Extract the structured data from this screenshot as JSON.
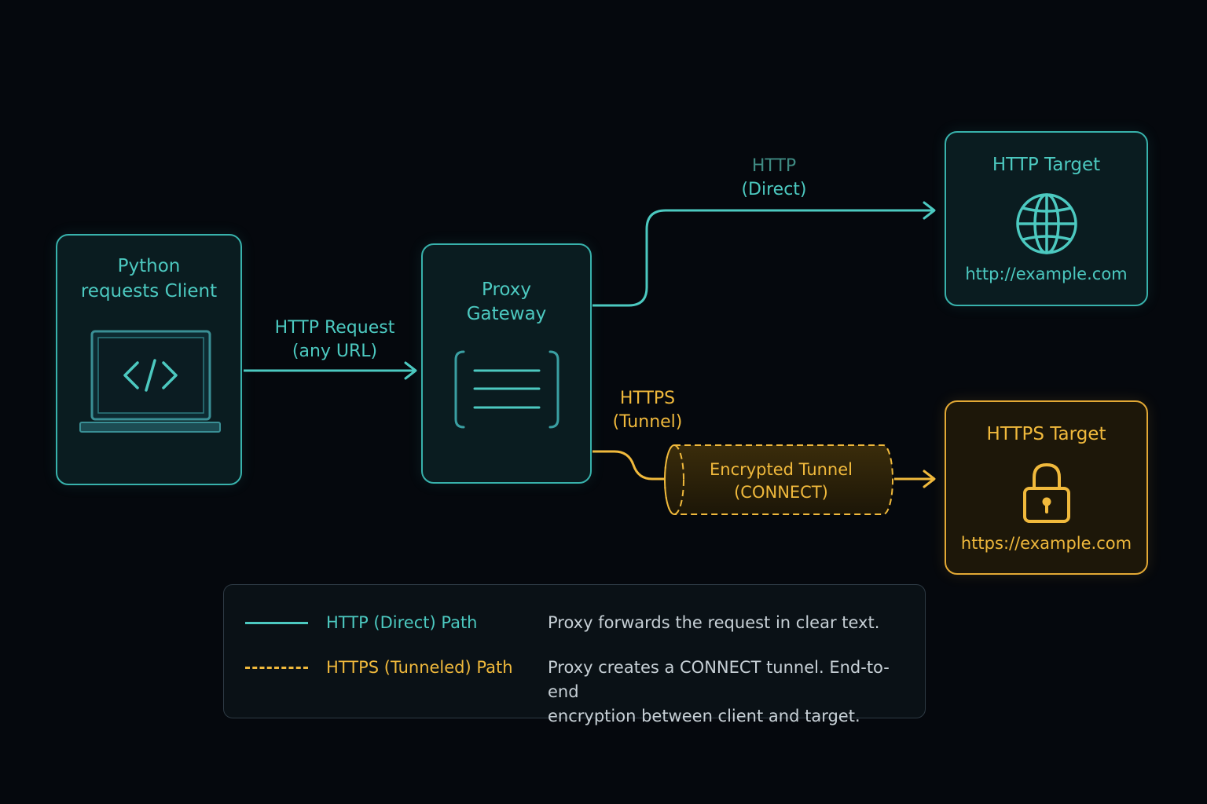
{
  "colors": {
    "background": "#05080d",
    "http_accent": "#4cc9c0",
    "https_accent": "#f0b93c",
    "legend_text": "#c7d0d6"
  },
  "client": {
    "title_line1": "Python",
    "title_line2": "requests Client",
    "icon": "laptop-code-icon"
  },
  "proxy": {
    "title_line1": "Proxy",
    "title_line2": "Gateway",
    "icon": "server-list-icon"
  },
  "http_target": {
    "title": "HTTP Target",
    "url": "http://example.com",
    "icon": "globe-icon"
  },
  "https_target": {
    "title": "HTTPS Target",
    "url": "https://example.com",
    "icon": "padlock-icon"
  },
  "edges": {
    "request_line1": "HTTP Request",
    "request_line2": "(any URL)",
    "http_line1": "HTTP",
    "http_line2": "(Direct)",
    "https_line1": "HTTPS",
    "https_line2": "(Tunnel)"
  },
  "tunnel": {
    "line1": "Encrypted Tunnel",
    "line2": "(CONNECT)"
  },
  "legend": {
    "http_label": "HTTP (Direct) Path",
    "http_desc": "Proxy forwards the request in clear text.",
    "https_label": "HTTPS (Tunneled) Path",
    "https_desc_line1": "Proxy creates a CONNECT tunnel. End-to-end",
    "https_desc_line2": "encryption between client and target."
  }
}
